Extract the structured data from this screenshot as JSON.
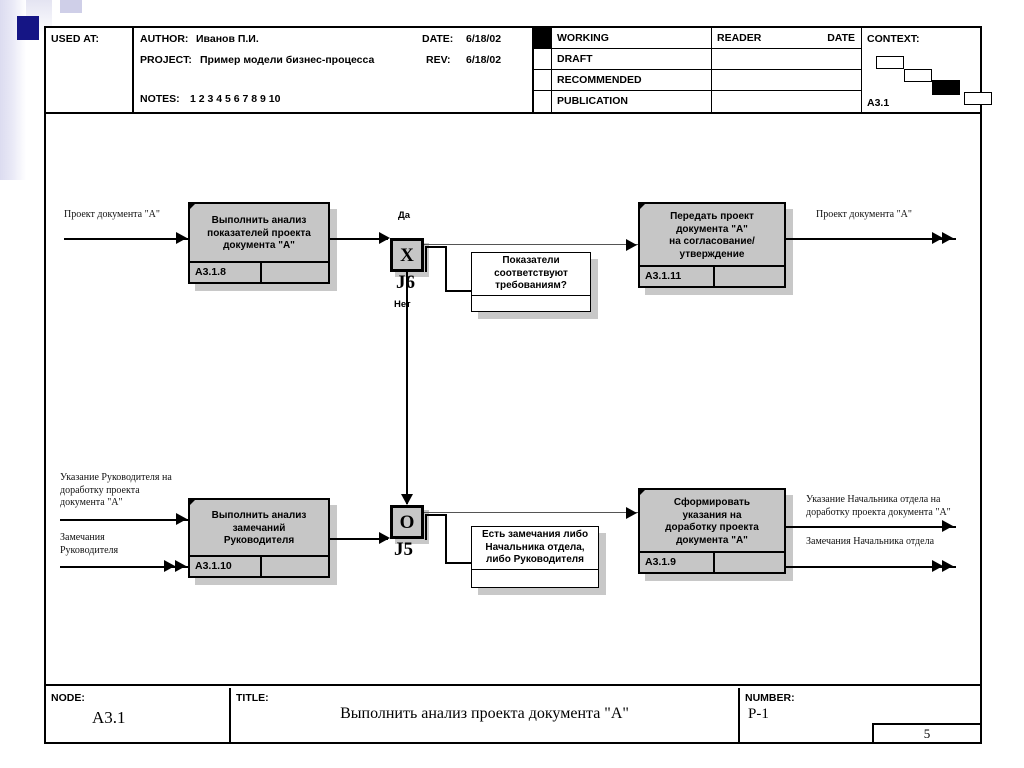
{
  "header": {
    "used_at_label": "USED AT:",
    "author_label": "AUTHOR:",
    "author_value": "Иванов П.И.",
    "project_label": "PROJECT:",
    "project_value": "Пример модели бизнес-процесса",
    "notes_label": "NOTES:",
    "notes_value": "1  2  3  4  5  6  7  8  9  10",
    "date_label": "DATE:",
    "date_value": "6/18/02",
    "rev_label": "REV:",
    "rev_value": "6/18/02",
    "status": [
      "WORKING",
      "DRAFT",
      "RECOMMENDED",
      "PUBLICATION"
    ],
    "status_checked_index": 0,
    "reader_label": "READER",
    "reader_date_label": "DATE",
    "context_label": "CONTEXT:",
    "context_node": "A3.1"
  },
  "diagram": {
    "activities": [
      {
        "id": "a318",
        "title": "Выполнить анализ\nпоказателей  проекта\nдокумента \"А\"",
        "code": "A3.1.8"
      },
      {
        "id": "a3111",
        "title": "Передать проект\nдокумента \"А\"\nна согласование/\nутверждение",
        "code": "A3.1.11"
      },
      {
        "id": "a3110",
        "title": "Выполнить анализ\nзамечаний\nРуководителя",
        "code": "A3.1.10"
      },
      {
        "id": "a319",
        "title": "Сформировать\nуказания на\nдоработку проекта\nдокумента \"А\"",
        "code": "A3.1.9"
      }
    ],
    "junctions": [
      {
        "id": "j6",
        "symbol": "X",
        "name": "J6",
        "yes_label": "Да",
        "no_label": "Нет"
      },
      {
        "id": "j5",
        "symbol": "O",
        "name": "J5"
      }
    ],
    "notes": [
      {
        "id": "n6",
        "text": "Показатели\nсоответствуют\nтребованиям?"
      },
      {
        "id": "n5",
        "text": "Есть замечания либо\nНачальника отдела,\nлибо Руководителя"
      }
    ],
    "flows": [
      {
        "id": "in-project-a",
        "text": "Проект документа \"А\""
      },
      {
        "id": "out-project-a",
        "text": "Проект документа \"А\""
      },
      {
        "id": "in-ukazanie-ruk",
        "text": "Указание Руководителя на\nдоработку проекта\nдокумента \"А\""
      },
      {
        "id": "in-zamechania-ruk",
        "text": "Замечания\nРуководителя"
      },
      {
        "id": "out-ukazanie-nach",
        "text": "Указание Начальника отдела на\nдоработку проекта документа \"А\""
      },
      {
        "id": "out-zamechania-nach",
        "text": "Замечания Начальника отдела"
      }
    ]
  },
  "footer": {
    "node_label": "NODE:",
    "node_value": "A3.1",
    "title_label": "TITLE:",
    "title_value": "Выполнить анализ проекта документа \"А\"",
    "number_label": "NUMBER:",
    "number_value": "P-1",
    "page": "5"
  }
}
